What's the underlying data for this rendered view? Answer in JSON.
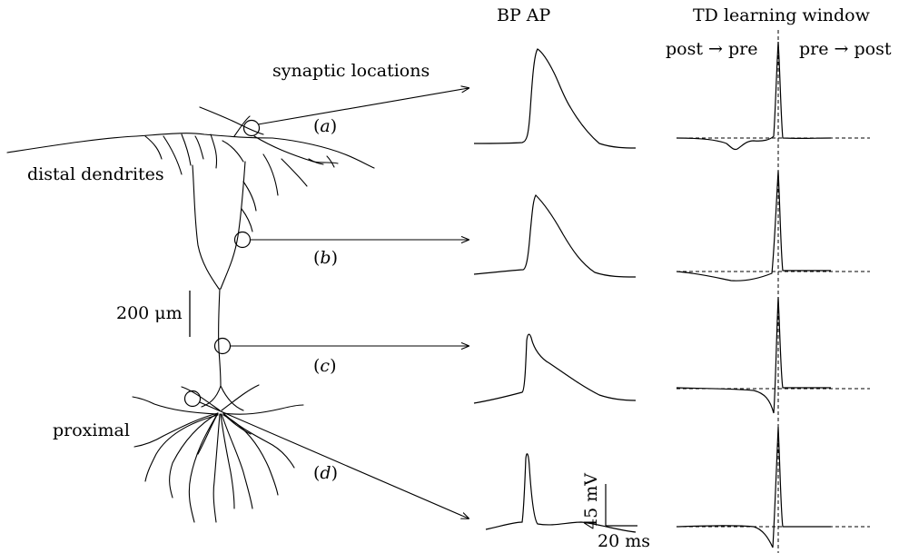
{
  "headers": {
    "bp_ap": "BP AP",
    "td_window": "TD learning window",
    "post_pre": "post → pre",
    "pre_post": "pre → post"
  },
  "labels": {
    "synaptic_locations": "synaptic locations",
    "distal_dendrites": "distal dendrites",
    "proximal": "proximal",
    "scalebar_um": "200 μm",
    "scalebar_mv": "45 mV",
    "scalebar_ms": "20 ms"
  },
  "rows": [
    {
      "open": "(",
      "letter": "a",
      "close": ")"
    },
    {
      "open": "(",
      "letter": "b",
      "close": ")"
    },
    {
      "open": "(",
      "letter": "c",
      "close": ")"
    },
    {
      "open": "(",
      "letter": "d",
      "close": ")"
    }
  ],
  "colors": {
    "ink": "#000000",
    "background": "#ffffff"
  }
}
